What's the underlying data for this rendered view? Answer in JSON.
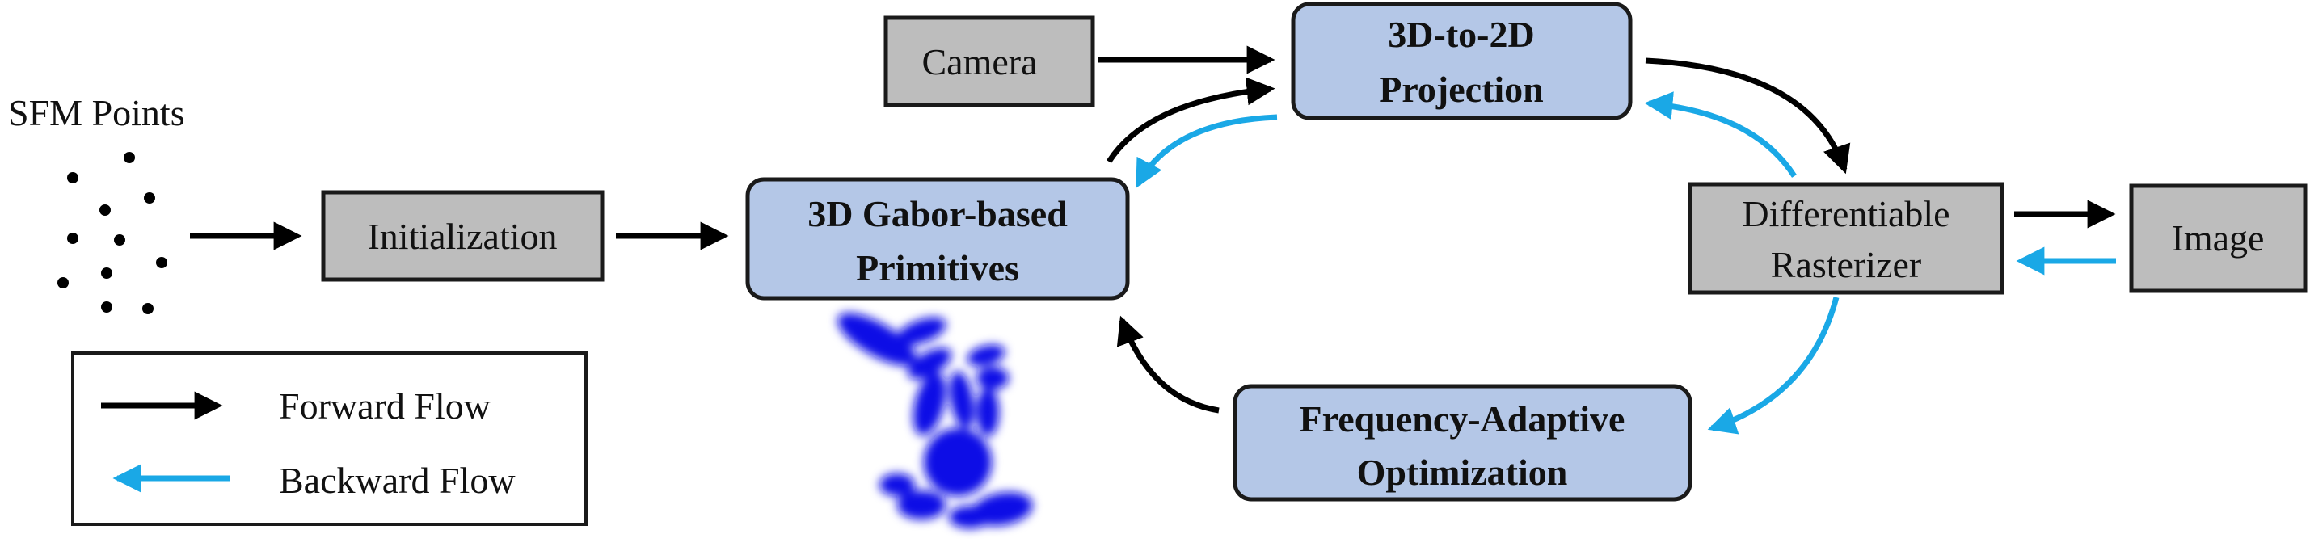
{
  "nodes": {
    "sfm_points_label": "SFM Points",
    "initialization": "Initialization",
    "camera": "Camera",
    "projection": [
      "3D-to-2D",
      "Projection"
    ],
    "primitives": [
      "3D Gabor-based",
      "Primitives"
    ],
    "rasterizer": [
      "Differentiable",
      "Rasterizer"
    ],
    "image": "Image",
    "optimization": [
      "Frequency-Adaptive",
      "Optimization"
    ]
  },
  "legend": {
    "forward": "Forward Flow",
    "backward": "Backward Flow"
  },
  "colors": {
    "gray_box": "#bdbdbd",
    "blue_box": "#b4c7e7",
    "forward_arrow": "#000000",
    "backward_arrow": "#1aa8e6",
    "gabor_blob": "#1010e6"
  }
}
